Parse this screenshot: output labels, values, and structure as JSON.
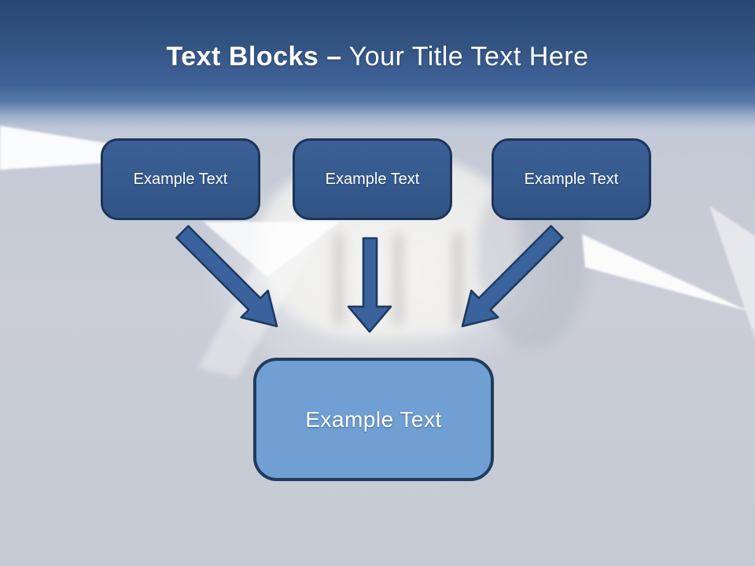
{
  "slide": {
    "title": {
      "bold": "Text Blocks –",
      "regular": "Your Title Text Here"
    },
    "blocks": {
      "top": [
        {
          "label": "Example Text"
        },
        {
          "label": "Example Text"
        },
        {
          "label": "Example Text"
        }
      ],
      "bottom": {
        "label": "Example Text"
      }
    },
    "background": {
      "description": "faded photo of a fist punching through with white light shards"
    },
    "colors": {
      "header_top": "#294874",
      "header_mid": "#40639a",
      "top_block_fill": "#355a8d",
      "top_block_border": "#1c3557",
      "bottom_block_fill": "#6f9fd3",
      "bottom_block_border": "#1f3c5f",
      "arrow_fill": "#3a639e",
      "arrow_border": "#1e3a60",
      "title_text": "#ffffff",
      "background_base": "#c8ccd5"
    }
  }
}
